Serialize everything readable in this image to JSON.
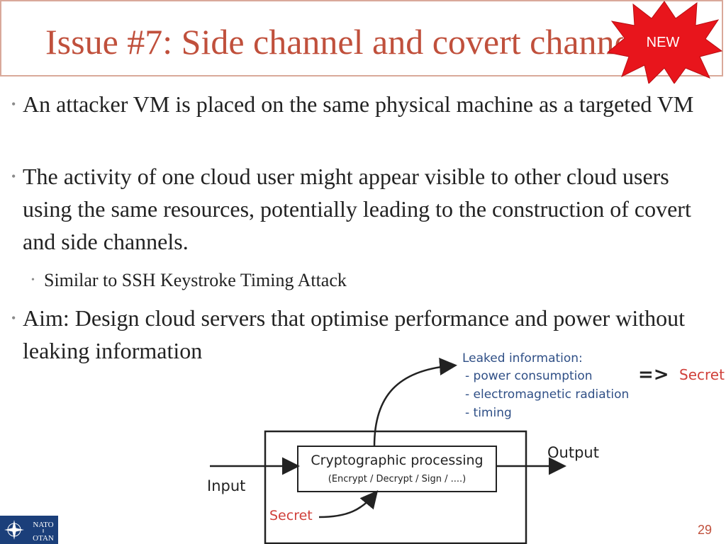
{
  "slide": {
    "title": "Issue #7: Side channel and covert channels",
    "badge": "NEW",
    "page_number": "29"
  },
  "bullets": [
    {
      "text": "An attacker VM is placed on the same physical machine as a targeted VM"
    },
    {
      "text": "The activity of one cloud user might appear visible to other cloud users using the same resources, potentially leading to the construction of covert and side channels."
    },
    {
      "text": "Aim: Design cloud servers that optimise performance and power without leaking information"
    }
  ],
  "sub_bullets": [
    {
      "text": "Similar to SSH Keystroke Timing Attack"
    }
  ],
  "diagram": {
    "leak_title": "Leaked information:",
    "leak_items": [
      "- power consumption",
      "- electromagnetic radiation",
      "- timing"
    ],
    "arrow_text": "=>",
    "secret_label": "Secret",
    "process_title": "Cryptographic processing",
    "process_subtitle": "(Encrypt / Decrypt / Sign / ....)",
    "output_label": "Output",
    "input_label": "Input",
    "secret_input_label": "Secret"
  },
  "logo": {
    "line1": "NATO",
    "line2": "OTAN"
  },
  "colors": {
    "title": "#c0503c",
    "badge_fill": "#e8151c",
    "secret": "#d0403a",
    "leak_text": "#2f4f86",
    "nato_blue": "#1b3f7a"
  }
}
